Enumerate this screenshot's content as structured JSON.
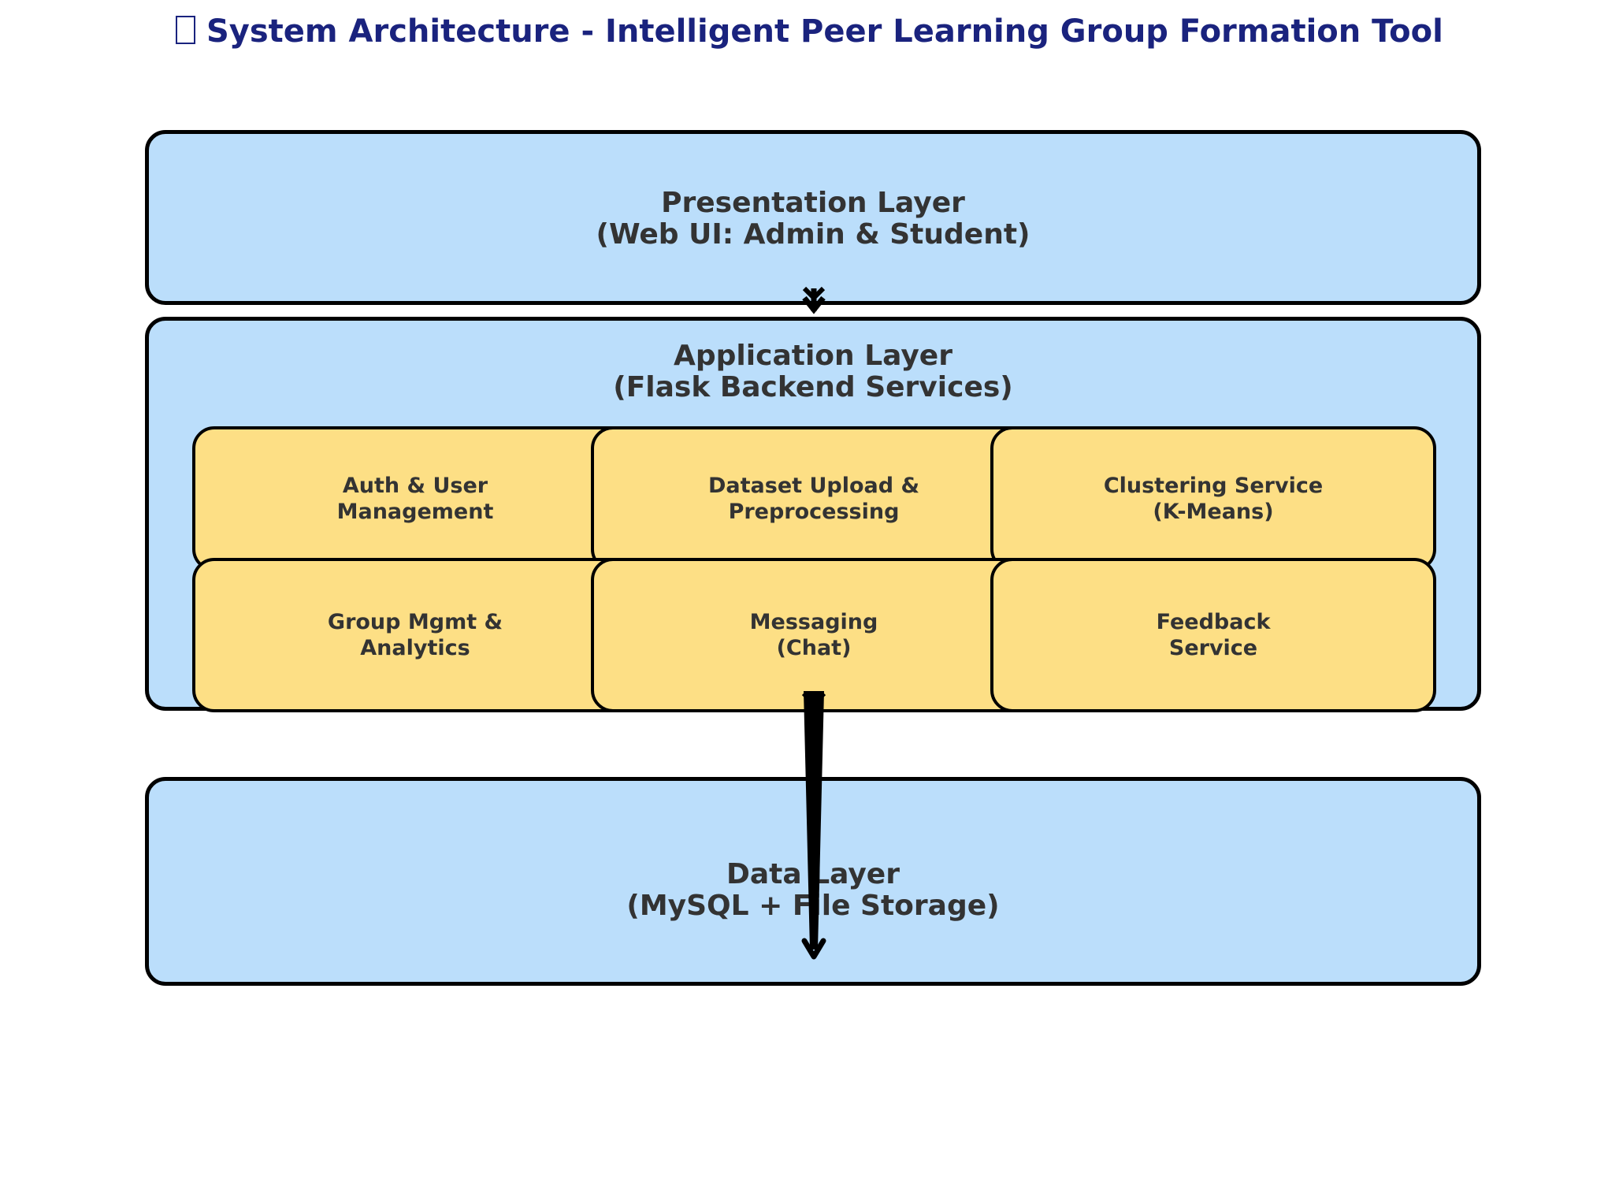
{
  "title": {
    "icon": "unrendered-glyph-icon",
    "text": "System Architecture - Intelligent Peer Learning Group Formation Tool",
    "color": "#1a237e"
  },
  "layers": {
    "presentation": {
      "line1": "Presentation Layer",
      "line2": "(Web UI: Admin & Student)"
    },
    "application": {
      "line1": "Application Layer",
      "line2": "(Flask Backend Services)",
      "modules": [
        {
          "label": "Auth & User\nManagement"
        },
        {
          "label": "Dataset Upload &\nPreprocessing"
        },
        {
          "label": "Clustering Service\n(K-Means)"
        },
        {
          "label": "Group Mgmt &\nAnalytics"
        },
        {
          "label": "Messaging\n(Chat)"
        },
        {
          "label": "Feedback\nService"
        }
      ]
    },
    "data": {
      "line1": "Data Layer",
      "line2": "(MySQL + File Storage)"
    }
  },
  "colors": {
    "layer_fill": "#bbdefb",
    "module_fill": "#fddf85",
    "text": "#333333",
    "border": "#000000"
  }
}
